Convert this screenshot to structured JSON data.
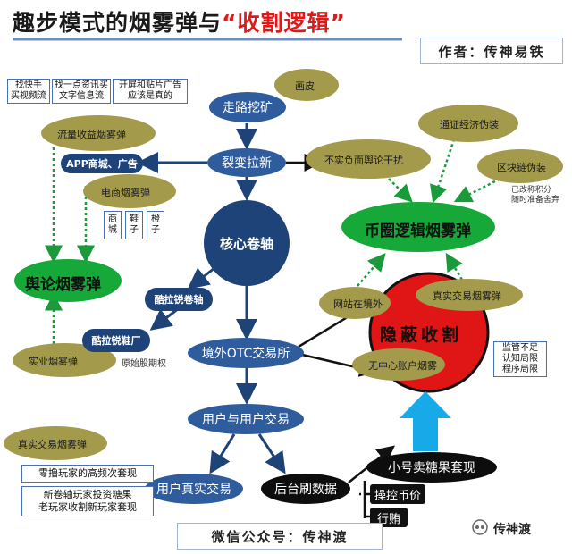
{
  "title": {
    "prefix": "趣步模式的烟雾弹与",
    "highlight": "“收割逻辑”"
  },
  "author": "作者：传神易铁",
  "top_left_boxes": [
    "找快手\n买视频流",
    "找一点资讯买\n文字信息流",
    "开屏和贴片广告\n应该是真的"
  ],
  "mall_boxes": [
    "商\n城",
    "鞋\n子",
    "橙\n子"
  ],
  "clouds": {
    "huapi": "画皮",
    "liuliang": "流量收益烟雾弹",
    "dianshang": "电商烟雾弹",
    "bushifumian": "不实负面舆论干扰",
    "tongzheng": "通证经济伪装",
    "qukuailian": "区块链伪装",
    "bijuan": "币圈逻辑烟雾弹",
    "yulun": "舆论烟雾弹",
    "shiye": "实业烟雾弹",
    "wangzhan": "网站在境外",
    "zhenshi_right": "真实交易烟雾弹",
    "wuzhongxin": "无中心账户烟雾",
    "zhenshi_left": "真实交易烟雾弹"
  },
  "nodes": {
    "zoulu": "走路挖矿",
    "liebian": "裂变拉新",
    "app": "APP商城、广告",
    "hexin": "核心卷轴",
    "kuxiejuan": "酷拉锐卷轴",
    "kuxieshoe": "酷拉锐鞋厂",
    "otc": "境外OTC交易所",
    "yonghu": "用户与用户交易",
    "zhenshi": "用户真实交易",
    "houtai": "后台刷数据",
    "yinbi": "隐蔽收割",
    "xiaohao": "小号卖糖果套现",
    "caokong": "操控币价",
    "xinghui": "行贿"
  },
  "notes": {
    "gaigai": "已改称积分\n随时准备舍弃",
    "yuanshi": "原始股期权",
    "jianguan": "监管不足\n认知局限\n程序局限"
  },
  "bottom_boxes": [
    "零撸玩家的高频次套现",
    "新卷轴玩家投资糖果\n老玩家收割新玩家套现"
  ],
  "footer": "微信公众号：传神渡",
  "brand": "传神渡"
}
